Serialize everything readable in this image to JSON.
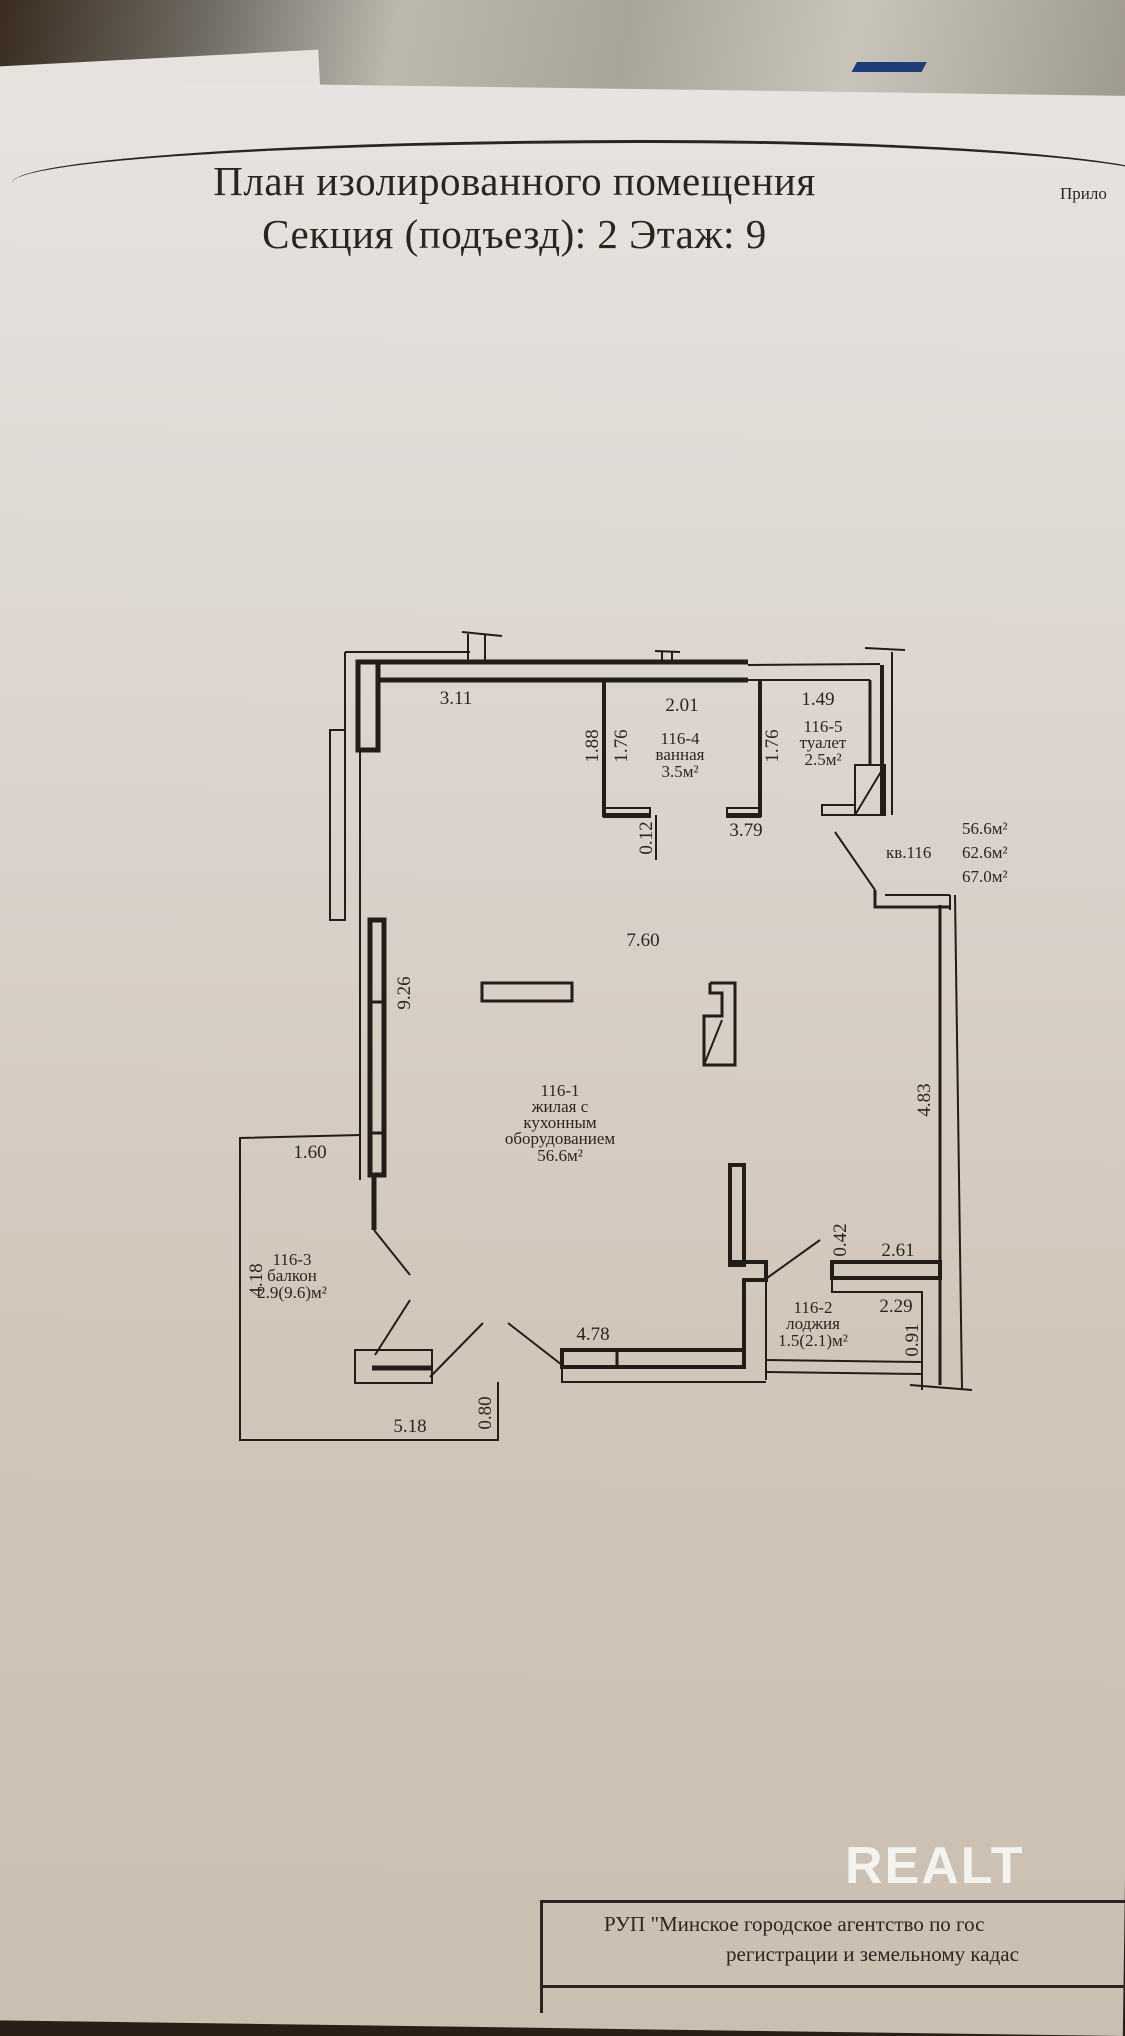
{
  "document": {
    "title_line1": "План изолированного помещения",
    "title_line2": "Секция (подъезд): 2  Этаж: 9",
    "appendix_fragment": "Прило"
  },
  "plan": {
    "apartment_label": "кв.116",
    "apartment_areas": [
      "56.6м²",
      "62.6м²",
      "67.0м²"
    ],
    "rooms": [
      {
        "id": "116-1",
        "lines": [
          "116-1",
          "жилая с",
          "кухонным",
          "оборудованием",
          "56.6м²"
        ]
      },
      {
        "id": "116-2",
        "lines": [
          "116-2",
          "лоджия",
          "1.5(2.1)м²"
        ]
      },
      {
        "id": "116-3",
        "lines": [
          "116-3",
          "балкон",
          "2.9(9.6)м²"
        ]
      },
      {
        "id": "116-4",
        "lines": [
          "116-4",
          "ванная",
          "3.5м²"
        ]
      },
      {
        "id": "116-5",
        "lines": [
          "116-5",
          "туалет",
          "2.5м²"
        ]
      }
    ],
    "dimensions": {
      "top_left": "3.11",
      "bath_width": "2.01",
      "toilet_width": "1.49",
      "bath_outer_height": "1.88",
      "bath_inner_height": "1.76",
      "toilet_height": "1.76",
      "bath_offset": "0.12",
      "corridor": "3.79",
      "main_width": "7.60",
      "main_height": "9.26",
      "right_wall": "4.83",
      "balcony_top": "1.60",
      "balcony_side": "4.18",
      "balcony_bottom": "5.18",
      "balcony_depth": "0.80",
      "bottom_wall": "4.78",
      "loggia_offset": "0.42",
      "loggia_top": "2.61",
      "loggia_inner": "2.29",
      "loggia_depth": "0.91"
    }
  },
  "stamp": {
    "line1": "РУП \"Минское городское агентство по гос",
    "line2": "регистрации и земельному кадас"
  },
  "watermark": "REALT"
}
